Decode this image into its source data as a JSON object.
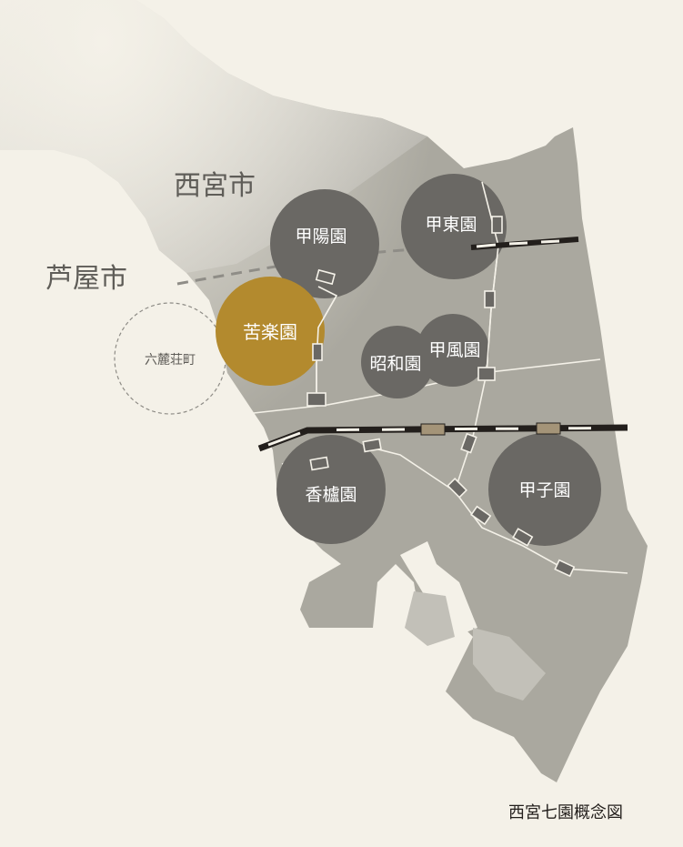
{
  "map": {
    "city_labels": {
      "nishinomiya": "西宮市",
      "ashiya": "芦屋市",
      "rokurokusoucho": "六麓荘町"
    },
    "areas": {
      "koyoen": "甲陽園",
      "kotoen": "甲東園",
      "kurakuen": "苦楽園",
      "showaen": "昭和園",
      "kofuen": "甲風園",
      "kororen": "香櫨園",
      "koshien": "甲子園"
    },
    "caption": "西宮七園概念図",
    "colors": {
      "background": "#f4f1e8",
      "land": "#aaa89f",
      "land_light": "#cbc9c0",
      "area_circle": "#6a6864",
      "highlight_circle": "#b38a2e",
      "rail": "#231f1c",
      "station_tan": "#a49478"
    }
  }
}
